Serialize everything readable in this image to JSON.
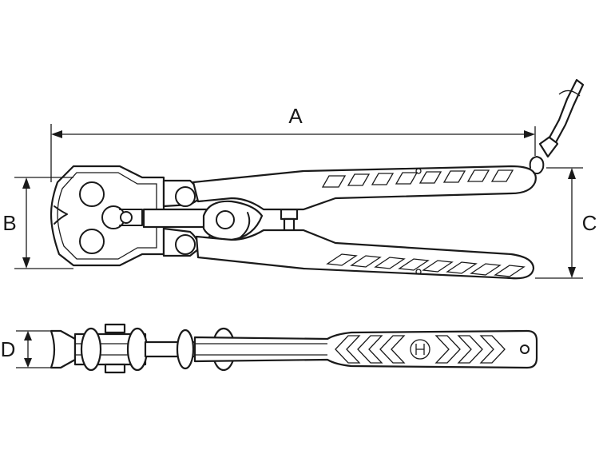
{
  "dimensions": {
    "A": "A",
    "B": "B",
    "C": "C",
    "D": "D"
  },
  "colors": {
    "stroke": "#1a1a1a",
    "background": "#ffffff"
  }
}
